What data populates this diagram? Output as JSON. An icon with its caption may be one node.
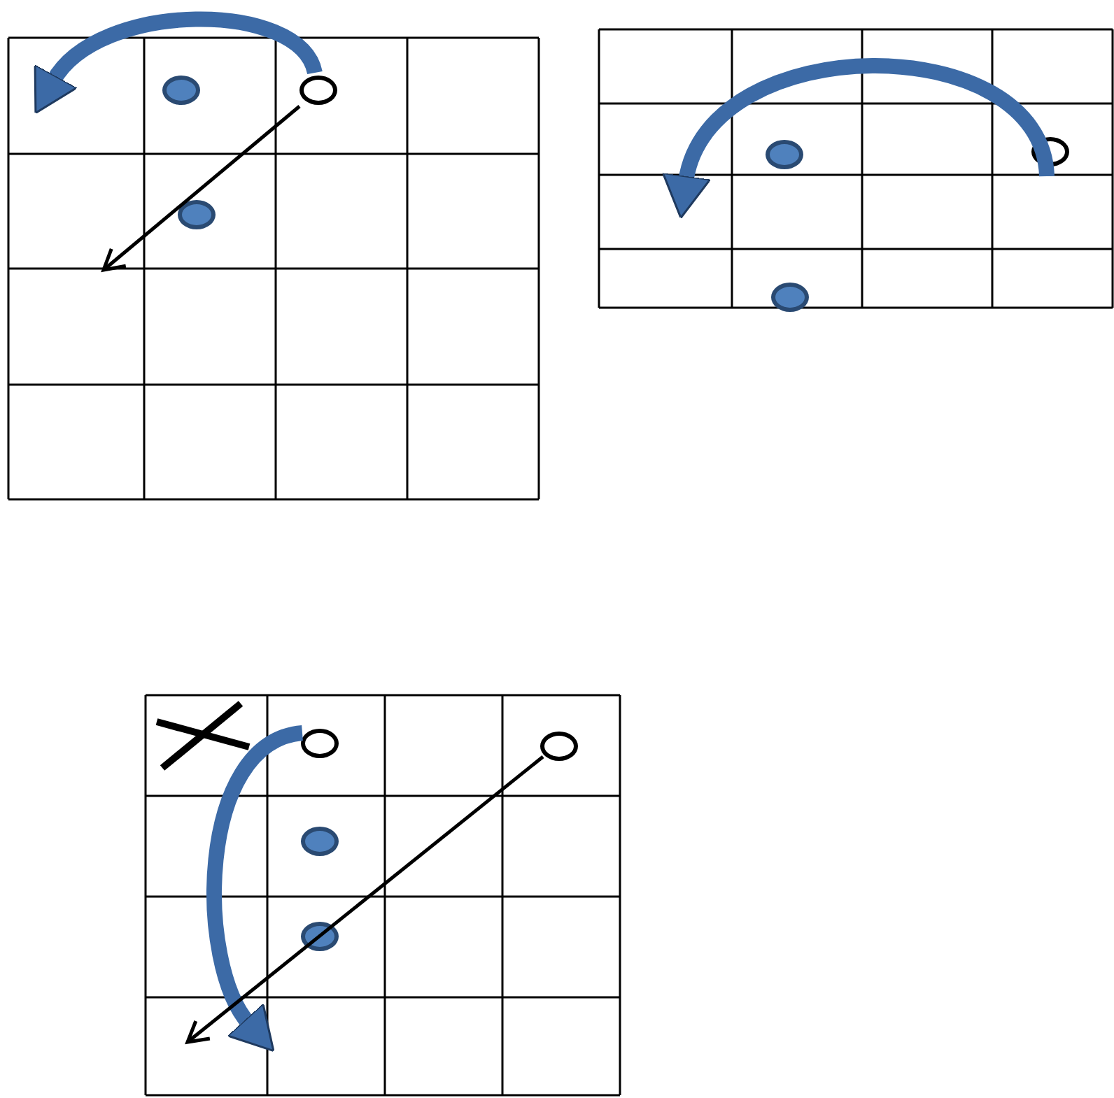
{
  "diagram": {
    "nodes": [
      {
        "text": [],
        "shape": "grid"
      },
      {
        "text": [],
        "shape": "circle",
        "in": 0
      },
      {
        "text": [],
        "shape": "circle",
        "in": 0
      },
      {
        "text": [],
        "shape": "circle",
        "in": 0
      },
      {
        "text": [],
        "shape": "grid"
      },
      {
        "text": [],
        "shape": "circle",
        "in": 4
      },
      {
        "text": [],
        "shape": "circle",
        "in": 4
      },
      {
        "text": [],
        "shape": "circle",
        "in": 4
      },
      {
        "text": [],
        "shape": "grid"
      },
      {
        "text": [],
        "shape": "circle",
        "in": 8
      },
      {
        "text": [],
        "shape": "circle",
        "in": 8
      },
      {
        "text": [],
        "shape": "circle",
        "in": 8
      },
      {
        "text": [],
        "shape": "circle",
        "in": 8
      }
    ],
    "edges": [
      {
        "from": 1,
        "to": null,
        "arrow": "to"
      },
      {
        "from": 1,
        "to": null,
        "arrow": "to",
        "color": "#000000"
      },
      {
        "from": 5,
        "to": null,
        "arrow": "to"
      },
      {
        "from": 9,
        "to": null,
        "arrow": "to"
      },
      {
        "from": 10,
        "to": null,
        "arrow": "to",
        "color": "#000000"
      }
    ]
  }
}
